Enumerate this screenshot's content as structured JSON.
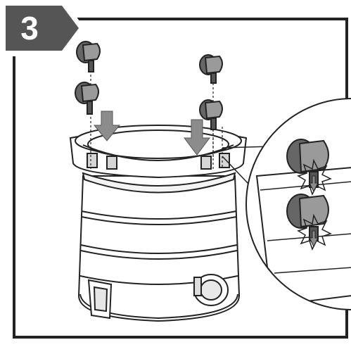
{
  "step": {
    "number": "3"
  },
  "colors": {
    "badge": "#555555",
    "line": "#222222",
    "shade": "#9a9a9a",
    "caster": "#666666",
    "arrow": "#8c8c8c",
    "background": "#ffffff"
  },
  "icons": {
    "arrows": "down-arrow-icon",
    "impact": "click-burst-icon"
  },
  "illustration": {
    "casters_count": 4,
    "detail_casters_count": 2
  }
}
